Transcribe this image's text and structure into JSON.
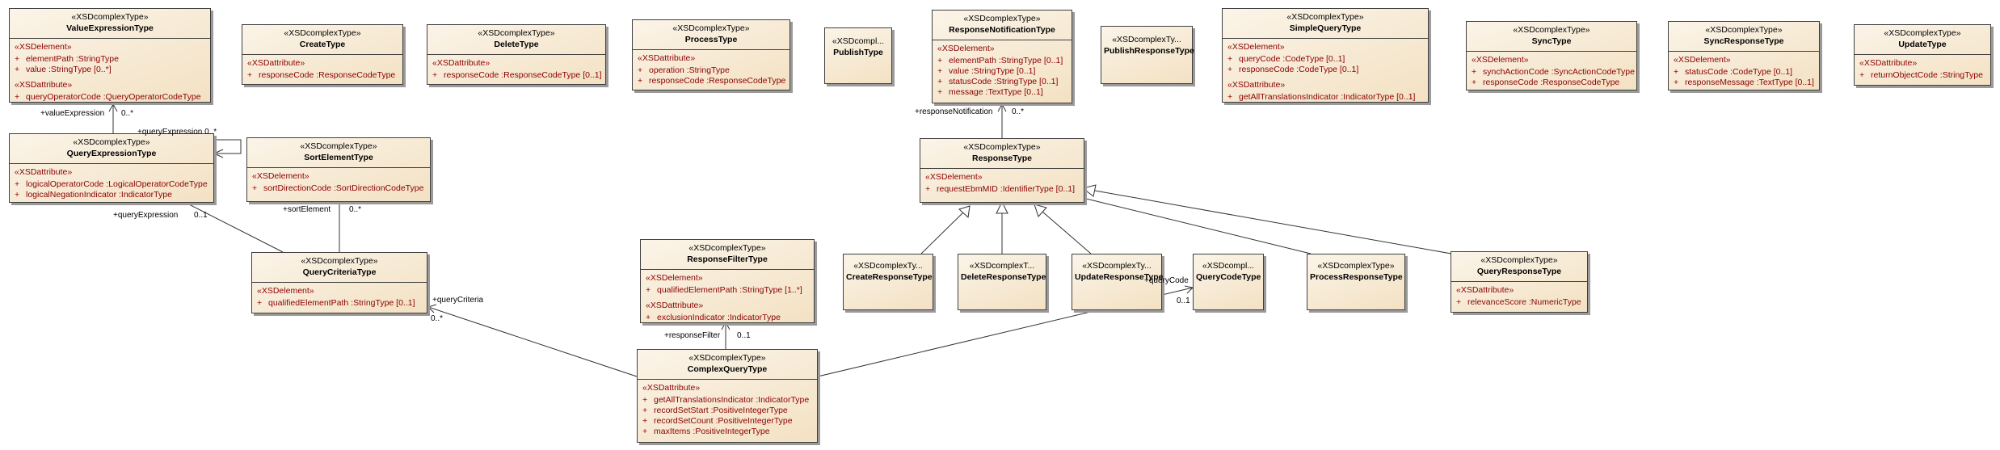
{
  "stereotype": "«XSDcomplexType»",
  "classes": {
    "value_expression_type": {
      "name": "ValueExpressionType",
      "s1": "«XSDelement»",
      "a1": [
        "elementPath  :StringType",
        "value  :StringType [0..*]"
      ],
      "s2": "«XSDattribute»",
      "a2": [
        "queryOperatorCode  :QueryOperatorCodeType"
      ]
    },
    "query_expression_type": {
      "name": "QueryExpressionType",
      "s1": "«XSDattribute»",
      "a1": [
        "logicalOperatorCode  :LogicalOperatorCodeType",
        "logicalNegationIndicator  :IndicatorType"
      ]
    },
    "create_type": {
      "name": "CreateType",
      "s1": "«XSDattribute»",
      "a1": [
        "responseCode  :ResponseCodeType"
      ]
    },
    "delete_type": {
      "name": "DeleteType",
      "s1": "«XSDattribute»",
      "a1": [
        "responseCode  :ResponseCodeType [0..1]"
      ]
    },
    "sort_element_type": {
      "name": "SortElementType",
      "s1": "«XSDelement»",
      "a1": [
        "sortDirectionCode  :SortDirectionCodeType"
      ]
    },
    "query_criteria_type": {
      "name": "QueryCriteriaType",
      "s1": "«XSDelement»",
      "a1": [
        "qualifiedElementPath  :StringType [0..1]"
      ]
    },
    "process_type": {
      "name": "ProcessType",
      "s1": "«XSDattribute»",
      "a1": [
        "operation  :StringType",
        "responseCode  :ResponseCodeType"
      ]
    },
    "response_filter_type": {
      "name": "ResponseFilterType",
      "s1": "«XSDelement»",
      "a1": [
        "qualifiedElementPath  :StringType [1..*]"
      ],
      "s2": "«XSDattribute»",
      "a2": [
        "exclusionIndicator  :IndicatorType"
      ]
    },
    "complex_query_type": {
      "name": "ComplexQueryType",
      "s1": "«XSDattribute»",
      "a1": [
        "getAllTranslationsIndicator  :IndicatorType",
        "recordSetStart  :PositiveIntegerType",
        "recordSetCount  :PositiveIntegerType",
        "maxItems  :PositiveIntegerType"
      ]
    },
    "publish_type": {
      "stereotype": "«XSDcompl...",
      "name": "PublishType"
    },
    "response_notification_type": {
      "name": "ResponseNotificationType",
      "s1": "«XSDelement»",
      "a1": [
        "elementPath  :StringType [0..1]",
        "value  :StringType [0..1]",
        "statusCode  :StringType [0..1]",
        "message  :TextType [0..1]"
      ]
    },
    "publish_response_type": {
      "stereotype": "«XSDcomplexTy...",
      "name": "PublishResponseType"
    },
    "response_type": {
      "name": "ResponseType",
      "s1": "«XSDelement»",
      "a1": [
        "requestEbmMID  :IdentifierType [0..1]"
      ]
    },
    "create_response_type": {
      "stereotype": "«XSDcomplexTy...",
      "name": "CreateResponseType"
    },
    "delete_response_type": {
      "stereotype": "«XSDcomplexT...",
      "name": "DeleteResponseType"
    },
    "update_response_type": {
      "stereotype": "«XSDcomplexTy...",
      "name": "UpdateResponseType"
    },
    "query_code_type": {
      "stereotype": "«XSDcompl...",
      "name": "QueryCodeType"
    },
    "process_response_type": {
      "name": "ProcessResponseType"
    },
    "query_response_type": {
      "name": "QueryResponseType",
      "s1": "«XSDattribute»",
      "a1": [
        "relevanceScore  :NumericType"
      ]
    },
    "simple_query_type": {
      "name": "SimpleQueryType",
      "s1": "«XSDelement»",
      "a1": [
        "queryCode  :CodeType [0..1]",
        "responseCode  :CodeType [0..1]"
      ],
      "s2": "«XSDattribute»",
      "a2": [
        "getAllTranslationsIndicator  :IndicatorType [0..1]"
      ]
    },
    "sync_type": {
      "name": "SyncType",
      "s1": "«XSDelement»",
      "a1": [
        "synchActionCode  :SyncActionCodeType",
        "responseCode  :ResponseCodeType"
      ]
    },
    "sync_response_type": {
      "name": "SyncResponseType",
      "s1": "«XSDelement»",
      "a1": [
        "statusCode  :CodeType [0..1]",
        "responseMessage  :TextType [0..1]"
      ]
    },
    "update_type": {
      "name": "UpdateType",
      "s1": "«XSDattribute»",
      "a1": [
        "returnObjectCode  :StringType"
      ]
    }
  },
  "labels": {
    "value_expression": "+valueExpression",
    "value_expression_mult": "0..*",
    "query_expression_self": "+queryExpression 0..*",
    "query_expression": "+queryExpression",
    "query_expression_mult": "0..1",
    "sort_element": "+sortElement",
    "sort_element_mult": "0..*",
    "query_criteria": "+queryCriteria",
    "query_criteria_mult": "0..*",
    "response_filter": "+responseFilter",
    "response_filter_mult": "0..1",
    "response_notification": "+responseNotification",
    "response_notification_mult": "0..*",
    "query_code": "+queryCode",
    "query_code_mult": "0..1"
  },
  "plus": "+"
}
